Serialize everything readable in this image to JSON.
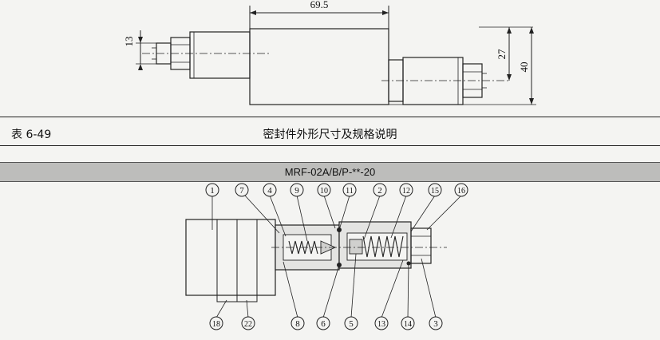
{
  "dimensions": {
    "length": "69.5",
    "left_pin": "13",
    "right_pin": "27",
    "height": "40"
  },
  "table": {
    "number": "表 6-49",
    "title": "密封件外形尺寸及规格说明"
  },
  "model": "MRF-02A/B/P-**-20",
  "callouts": {
    "top": [
      "1",
      "7",
      "4",
      "9",
      "10",
      "11",
      "2",
      "12",
      "15",
      "16"
    ],
    "bottom": [
      "18",
      "22",
      "8",
      "6",
      "5",
      "13",
      "14",
      "3"
    ]
  }
}
